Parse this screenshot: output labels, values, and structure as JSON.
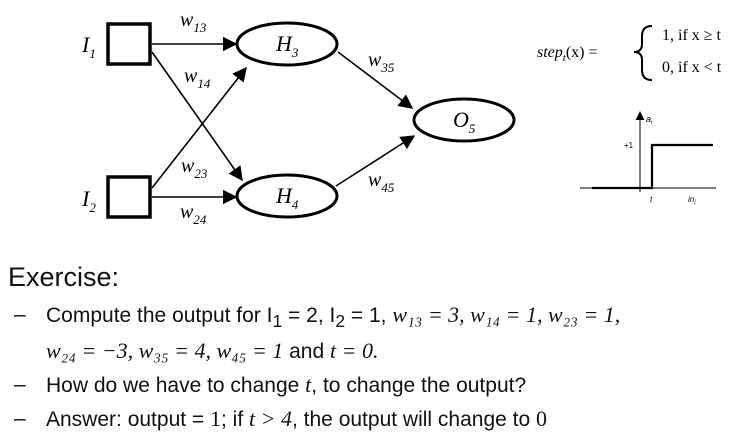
{
  "diagram": {
    "inputs": [
      {
        "id": "I1",
        "base": "I",
        "sub": "1"
      },
      {
        "id": "I2",
        "base": "I",
        "sub": "2"
      }
    ],
    "hidden": [
      {
        "id": "H3",
        "base": "H",
        "sub": "3"
      },
      {
        "id": "H4",
        "base": "H",
        "sub": "4"
      }
    ],
    "output": {
      "id": "O5",
      "base": "O",
      "sub": "5"
    },
    "edges": [
      {
        "from": "I1",
        "to": "H3",
        "base": "w",
        "sub": "13"
      },
      {
        "from": "I1",
        "to": "H4",
        "base": "w",
        "sub": "14"
      },
      {
        "from": "I2",
        "to": "H3",
        "base": "w",
        "sub": "23"
      },
      {
        "from": "I2",
        "to": "H4",
        "base": "w",
        "sub": "24"
      },
      {
        "from": "H3",
        "to": "O5",
        "base": "w",
        "sub": "35"
      },
      {
        "from": "H4",
        "to": "O5",
        "base": "w",
        "sub": "45"
      }
    ],
    "step_function": {
      "lhs": "step",
      "lhs_sub": "t",
      "lhs_arg": "(x) =",
      "case1": "1, if x ≥ t",
      "case2": "0, if x < t"
    },
    "step_plot": {
      "y_label": "a",
      "y_label_sub": "i",
      "y_tick": "+1",
      "x_tick": "t",
      "x_label": "in",
      "x_label_sub": "i"
    }
  },
  "exercise": {
    "title": "Exercise:",
    "bullet_dash": "–",
    "b1_pre": "Compute the output for I",
    "b1_i1_sub": "1",
    "b1_i1_val": " = 2, I",
    "b1_i2_sub": "2",
    "b1_i2_val": " = 1, ",
    "b1_math1": "w₁₃ = 3, w₁₄ = 1, w₂₃ = 1,",
    "b1_math2": "w₂₄ = −3,  w₃₅ = 4, w₄₅ = 1",
    "b1_and": " and ",
    "b1_math3": "t = 0.",
    "b2_pre": "How do we have to change ",
    "b2_t": "t",
    "b2_post": ", to change the output?",
    "b3_pre": "Answer: output = ",
    "b3_one": "1",
    "b3_mid": "; if ",
    "b3_cond": "t > 4",
    "b3_post": ", the output will change to ",
    "b3_zero": "0"
  }
}
